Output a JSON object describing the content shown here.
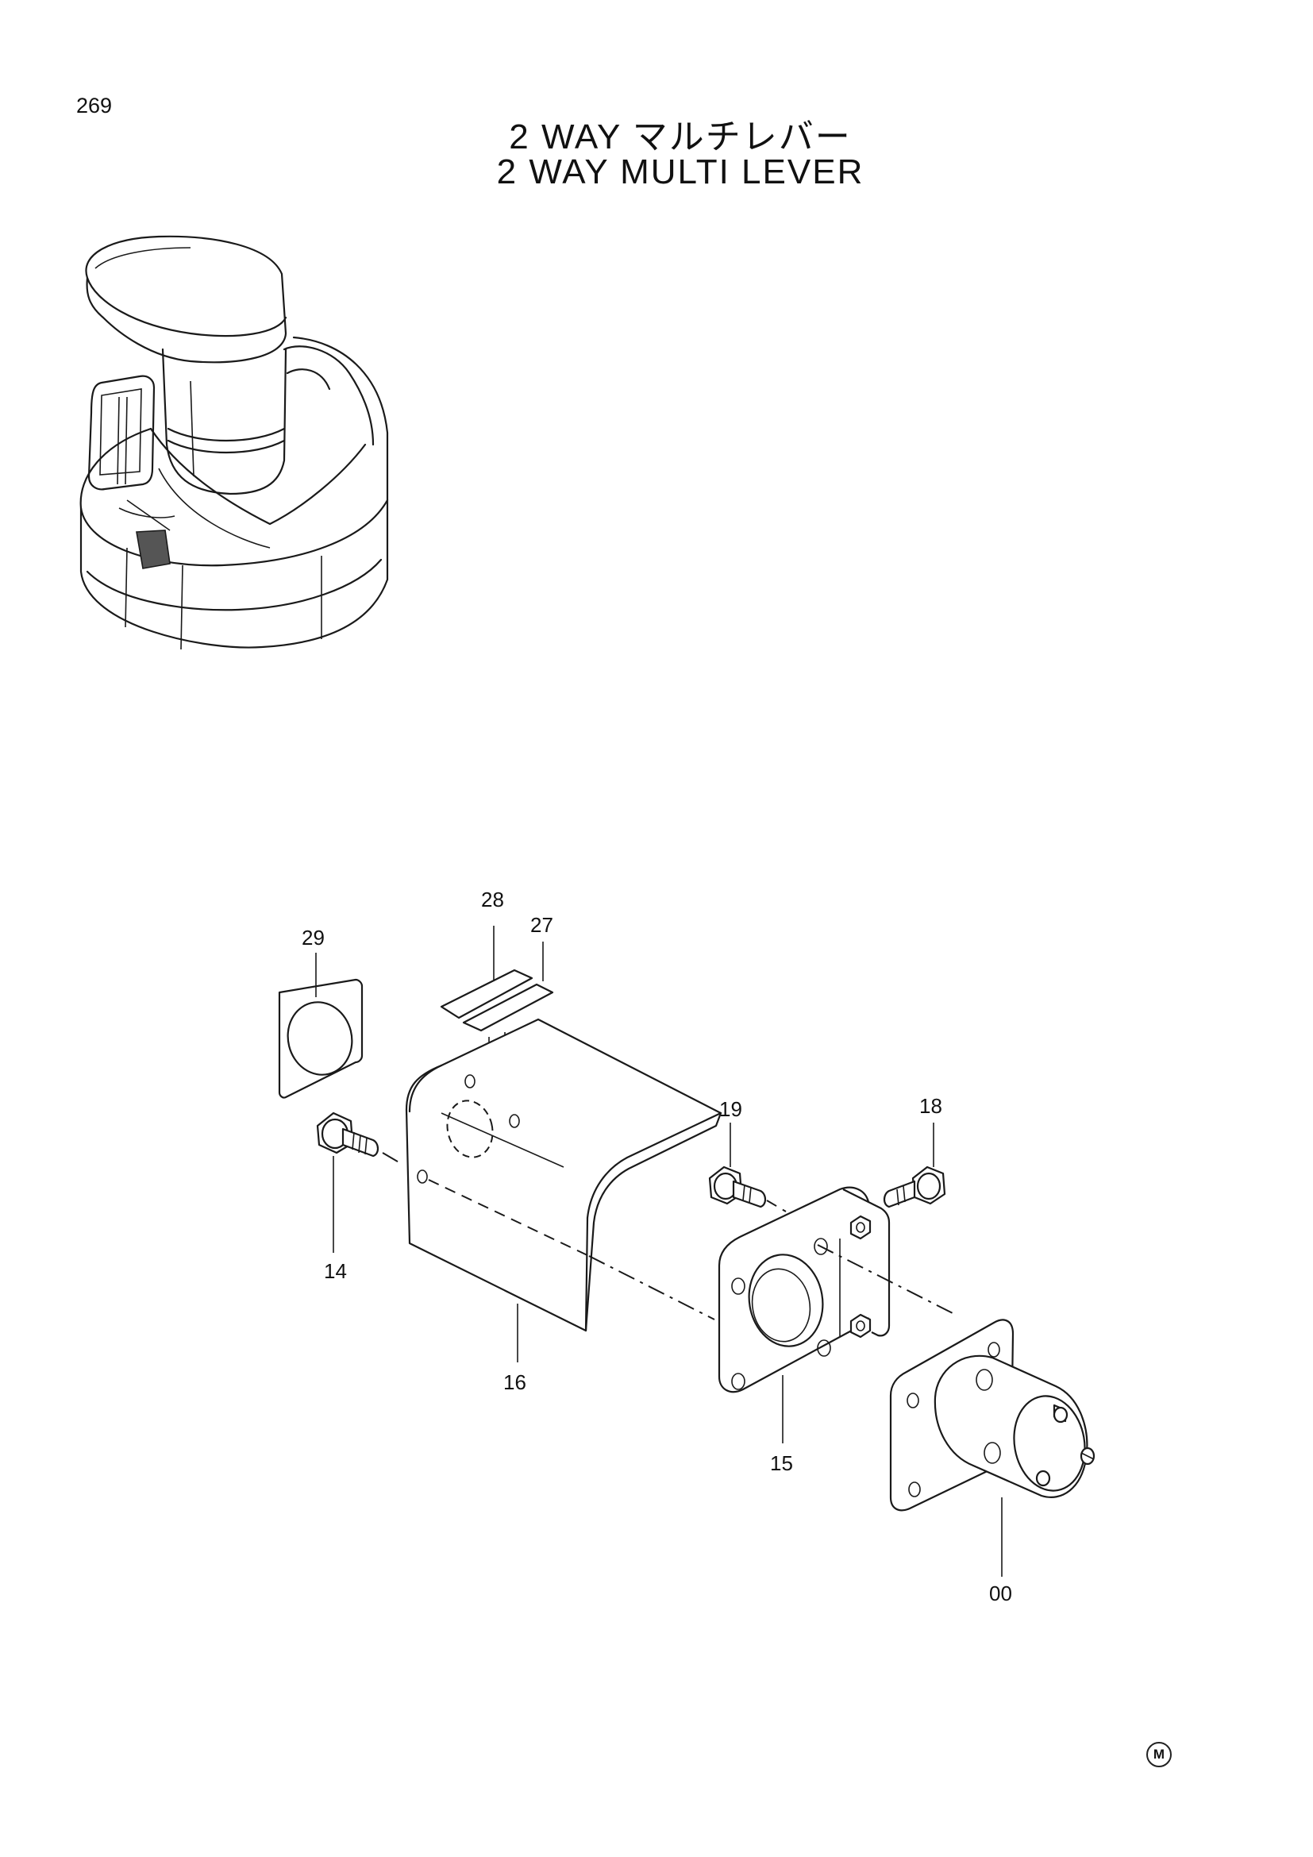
{
  "page_number": "269",
  "title_jp": "2 WAY マルチレバー",
  "title_en": "2 WAY MULTI LEVER",
  "mark": "M",
  "labels": {
    "p29": "29",
    "p28": "28",
    "p27": "27",
    "p19": "19",
    "p18": "18",
    "p14": "14",
    "p16": "16",
    "p15": "15",
    "p00": "00"
  }
}
